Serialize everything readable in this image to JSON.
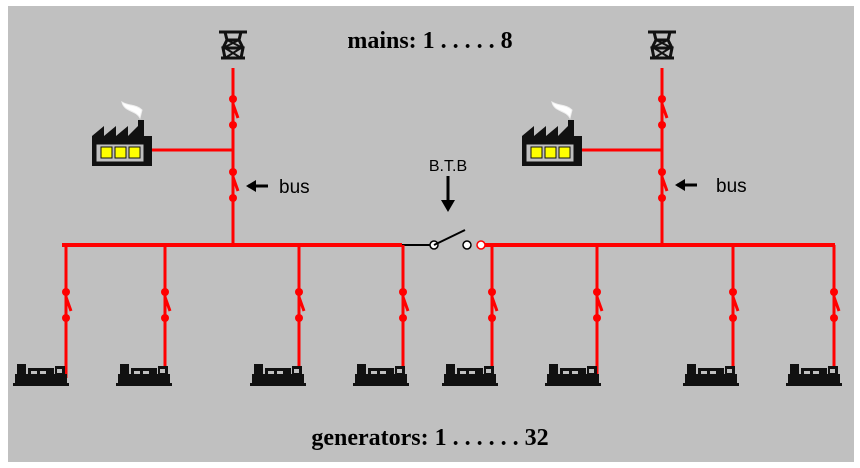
{
  "labels": {
    "mains": "mains: 1 . . . . . 8",
    "generators": "generators: 1 . . . . . . 32",
    "btb": "B.T.B",
    "bus_left": "bus",
    "bus_right": "bus"
  },
  "icons": {
    "pylon": "transmission-tower-icon",
    "factory": "factory-icon",
    "generator": "generator-icon"
  },
  "colors": {
    "background": "#c0c0c0",
    "line": "#ff0000",
    "breaker": "#ff0000",
    "factory_window": "#ffff00",
    "ink": "#000000"
  }
}
